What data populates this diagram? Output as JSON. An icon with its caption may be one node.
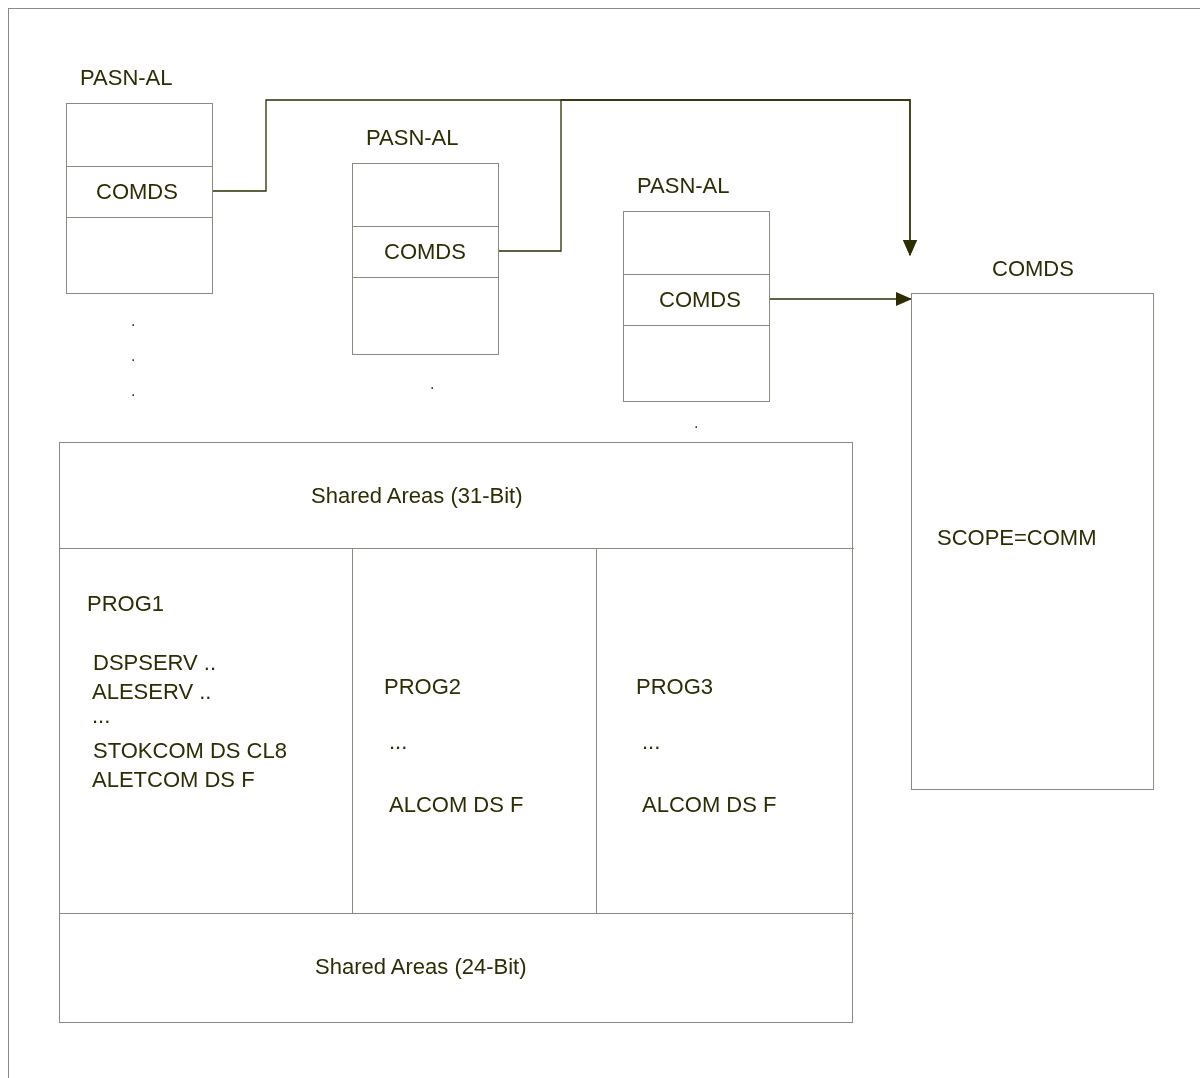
{
  "diagram": {
    "nodes": [
      {
        "text": [
          "PASN-AL"
        ]
      },
      {
        "text": [
          "COMDS"
        ],
        "in": 0
      },
      {
        "text": [
          "PASN-AL"
        ]
      },
      {
        "text": [
          "COMDS"
        ],
        "in": 2
      },
      {
        "text": [
          "PASN-AL"
        ]
      },
      {
        "text": [
          "COMDS"
        ],
        "in": 4
      },
      {
        "text": [
          "COMDS",
          "SCOPE=COMM"
        ]
      },
      {
        "text": [],
        "shape": "box"
      },
      {
        "text": [
          "Shared Areas (31-Bit)"
        ],
        "in": 7
      },
      {
        "text": [
          "PROG1",
          "DSPSERV ..",
          "ALESERV ..",
          "...",
          "STOKCOM DS CL8",
          "ALETCOM DS F"
        ],
        "in": 7
      },
      {
        "text": [
          "PROG2",
          "...",
          "ALCOM DS F"
        ],
        "in": 7
      },
      {
        "text": [
          "PROG3",
          "...",
          "ALCOM DS F"
        ],
        "in": 7
      },
      {
        "text": [
          "Shared Areas (24-Bit)"
        ],
        "in": 7
      }
    ],
    "edges": [
      {
        "from": 1,
        "to": 6,
        "arrow": "to"
      },
      {
        "from": 3,
        "to": 6,
        "arrow": "to"
      },
      {
        "from": 5,
        "to": 6,
        "arrow": "to"
      }
    ],
    "labels": [
      ".",
      ".",
      ".",
      ".",
      "."
    ]
  }
}
